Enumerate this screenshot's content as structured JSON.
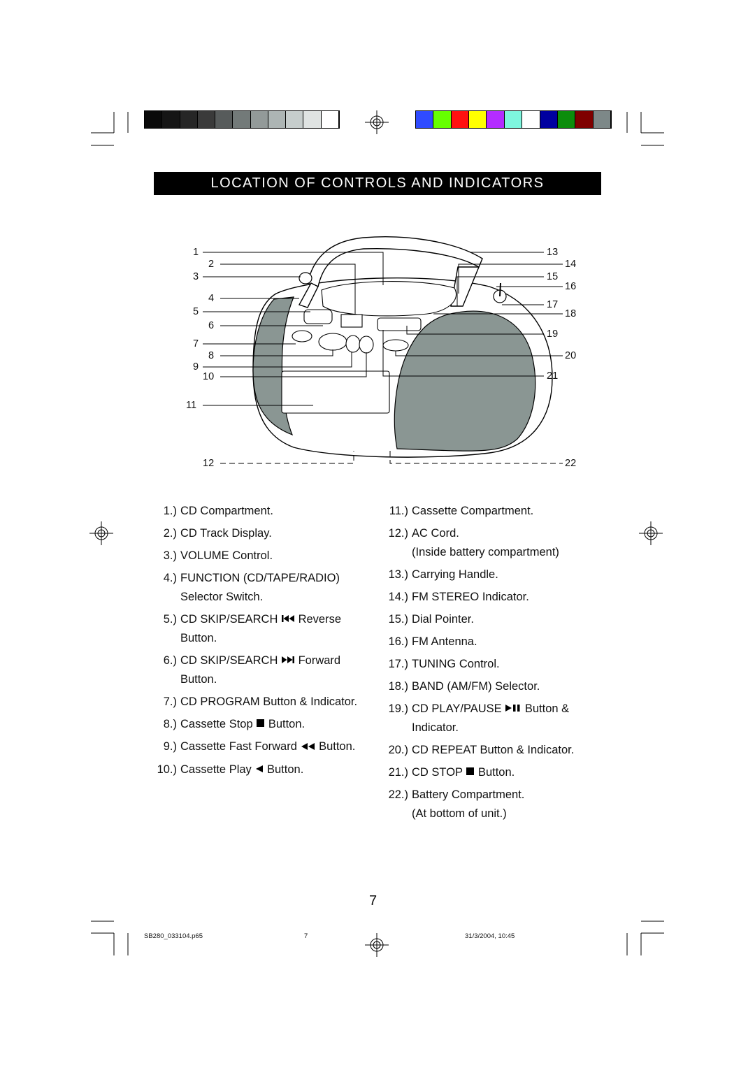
{
  "header": {
    "title": "LOCATION OF CONTROLS AND INDICATORS",
    "grayscale_swatches": [
      "#0a0a0a",
      "#151515",
      "#262626",
      "#3a3a3a",
      "#575b5b",
      "#737a79",
      "#939a99",
      "#adb5b4",
      "#c6cdcc",
      "#dfe3e2",
      "#ffffff"
    ],
    "color_swatches": [
      "#2f4bff",
      "#66ff00",
      "#ff1010",
      "#ffff00",
      "#b42cff",
      "#7ef6de",
      "#ffffff",
      "#0000a0",
      "#0c8d0c",
      "#7f0000",
      "#7d8888"
    ]
  },
  "diagram": {
    "left_labels": [
      "1",
      "2",
      "3",
      "4",
      "5",
      "6",
      "7",
      "8",
      "9",
      "10",
      "11",
      "12"
    ],
    "right_labels": [
      "13",
      "14",
      "15",
      "16",
      "17",
      "18",
      "19",
      "20",
      "21",
      "22"
    ]
  },
  "legend": {
    "left": [
      {
        "n": "1.)",
        "text": "CD Compartment."
      },
      {
        "n": "2.)",
        "text": "CD Track Display."
      },
      {
        "n": "3.)",
        "text": "VOLUME Control."
      },
      {
        "n": "4.)",
        "text": "FUNCTION (CD/TAPE/RADIO) Selector Switch."
      },
      {
        "n": "5.)",
        "text_before": "CD SKIP/SEARCH",
        "icon": "skip-reverse-icon",
        "text_after": "Reverse Button."
      },
      {
        "n": "6.)",
        "text_before": "CD SKIP/SEARCH",
        "icon": "skip-forward-icon",
        "text_after": "Forward Button."
      },
      {
        "n": "7.)",
        "text": "CD PROGRAM Button & Indicator."
      },
      {
        "n": "8.)",
        "text_before": "Cassette Stop",
        "icon": "stop-icon",
        "text_after": "Button."
      },
      {
        "n": "9.)",
        "text_before": "Cassette Fast Forward",
        "icon": "fast-forward-icon",
        "text_after": "Button."
      },
      {
        "n": "10.)",
        "text_before": "Cassette Play",
        "icon": "play-icon",
        "text_after": "Button."
      }
    ],
    "right": [
      {
        "n": "11.)",
        "text": "Cassette Compartment."
      },
      {
        "n": "12.)",
        "text": "AC Cord."
      },
      {
        "n": "",
        "text": "(Inside battery compartment)"
      },
      {
        "n": "13.)",
        "text": "Carrying Handle."
      },
      {
        "n": "14.)",
        "text": "FM STEREO Indicator."
      },
      {
        "n": "15.)",
        "text": "Dial Pointer."
      },
      {
        "n": "16.)",
        "text": "FM Antenna."
      },
      {
        "n": "17.)",
        "text": "TUNING Control."
      },
      {
        "n": "18.)",
        "text": "BAND (AM/FM) Selector."
      },
      {
        "n": "19.)",
        "text_before": "CD PLAY/PAUSE",
        "icon": "play-pause-icon",
        "text_after": "Button & Indicator."
      },
      {
        "n": "20.)",
        "text": "CD REPEAT Button & Indicator."
      },
      {
        "n": "21.)",
        "text_before": "CD STOP",
        "icon": "stop-icon",
        "text_after": "Button."
      },
      {
        "n": "22.)",
        "text": "Battery Compartment."
      },
      {
        "n": "",
        "text": "(At bottom of unit.)"
      }
    ]
  },
  "page_number": "7",
  "footer": {
    "file": "SB280_033104.p65",
    "page": "7",
    "datetime": "31/3/2004, 10:45"
  }
}
